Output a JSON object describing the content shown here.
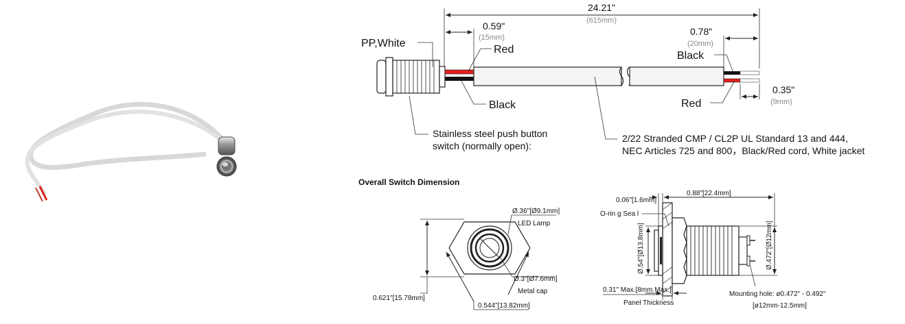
{
  "cable_diagram": {
    "overall_length": "24.21\"",
    "overall_length_mm": "(615mm)",
    "strip_left": "0.59\"",
    "strip_left_mm": "(15mm)",
    "strip_right": "0.78\"",
    "strip_right_mm": "(20mm)",
    "strip_tip": "0.35\"",
    "strip_tip_mm": "(9mm)",
    "label_pp_white": "PP,White",
    "label_red_left": "Red",
    "label_black_left": "Black",
    "label_black_right": "Black",
    "label_red_right": "Red",
    "switch_desc_line1": "Stainless steel push button",
    "switch_desc_line2": "switch (normally open):",
    "cord_desc_line1": "2/22 Stranded CMP / CL2P UL Standard 13 and 444,",
    "cord_desc_line2": "NEC Articles 725 and 800，Black/Red cord, White jacket"
  },
  "section_title": "Overall Switch Dimension",
  "front_view": {
    "lamp_dim": "Ø.36\"[Ø9.1mm]",
    "lamp_label": "LED Lamp",
    "cap_dim": "Ø.3\"[Ø7.6mm]",
    "cap_label": "Metal cap",
    "height_dim": "0.621\"[15.78mm]",
    "width_dim": "0.544\"[13.82mm]"
  },
  "side_view": {
    "flange_dim": "0.06\"[1.6mm]",
    "length_dim": "0.88\"[22.4mm]",
    "oring_label": "O-rin g Sea l",
    "head_dia": "Ø.54\"[Ø13.8mm]",
    "body_dia": "Ø.472\"[Ø12mm]",
    "panel_max": "0.31\" Max.[8mm Max.]",
    "panel_label": "Panel Thickness",
    "mount_line1": "Mounting hole: ø0.472\" - 0.492\"",
    "mount_line2": "[ø12mm-12.5mm]"
  },
  "colors": {
    "wire_red": "#e0201c",
    "wire_black": "#111111",
    "jacket": "#f4f4f4",
    "metal": "#6b6b6b"
  }
}
